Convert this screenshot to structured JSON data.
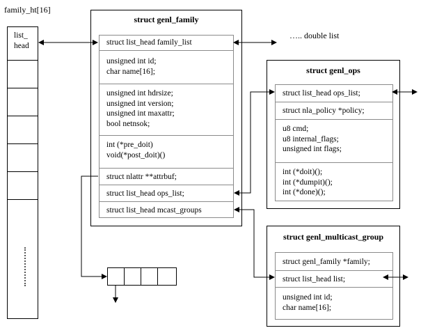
{
  "array_label": "family_ht[16]",
  "array_head": [
    "list_",
    "head"
  ],
  "array_dots": "⋮",
  "double_list_label": "….. double list",
  "genl_family": {
    "title": "struct genl_family",
    "cells": [
      [
        "struct list_head  family_list"
      ],
      [
        "unsigned int id;",
        "char name[16];"
      ],
      [
        "unsigned int hdrsize;",
        "unsigned int version;",
        "unsigned int maxattr;",
        "bool netnsok;"
      ],
      [
        "int (*pre_doit)",
        "void(*post_doit)()"
      ],
      [
        "struct nlattr  **attrbuf;"
      ],
      [
        "struct list_head  ops_list;"
      ],
      [
        "struct list_head  mcast_groups"
      ]
    ]
  },
  "genl_ops": {
    "title": "struct genl_ops",
    "cells": [
      [
        "struct list_head ops_list;"
      ],
      [
        "struct nla_policy *policy;"
      ],
      [
        "u8 cmd;",
        "u8 internal_flags;",
        "unsigned int flags;"
      ],
      [
        "int (*doit)();",
        "int (*dumpit)();",
        "int (*done)();"
      ]
    ]
  },
  "genl_multicast_group": {
    "title": "struct genl_multicast_group",
    "cells": [
      [
        "struct genl_family *family;"
      ],
      [
        "struct list_head list;"
      ],
      [
        "unsigned int id;",
        "char name[16];"
      ]
    ]
  }
}
